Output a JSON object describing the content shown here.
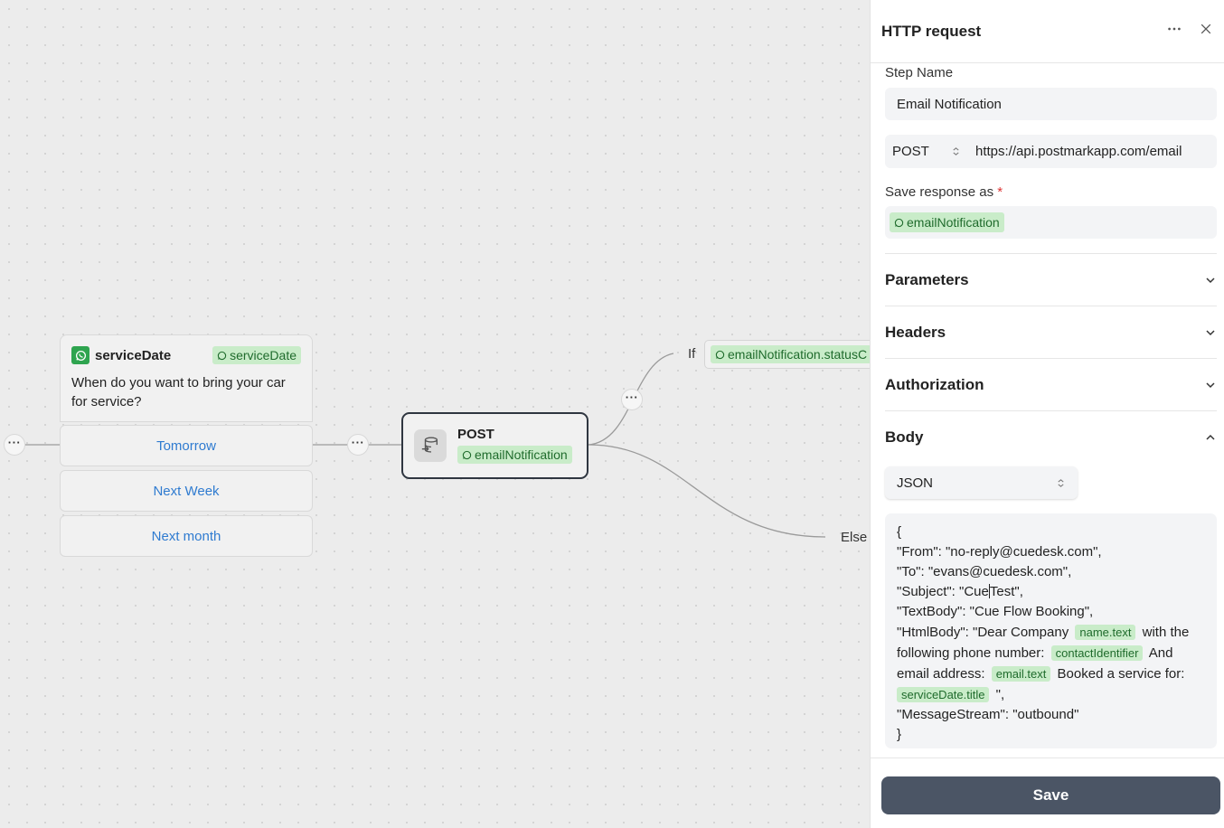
{
  "canvas": {
    "question_node": {
      "title": "serviceDate",
      "variable": "serviceDate",
      "question": "When do you want to bring your car for service?",
      "options": [
        "Tomorrow",
        "Next Week",
        "Next month"
      ]
    },
    "connector_dots": "···",
    "post_node": {
      "method": "POST",
      "variable": "emailNotification"
    },
    "branches": {
      "if_label": "If",
      "if_condition": "emailNotification.statusC",
      "else_label": "Else"
    }
  },
  "panel": {
    "title": "HTTP request",
    "more_icon": "ellipsis-icon",
    "close_icon": "close-icon",
    "step_name": {
      "label": "Step Name",
      "value": "Email Notification"
    },
    "request": {
      "method": "POST",
      "url": "https://api.postmarkapp.com/email"
    },
    "save_response": {
      "label": "Save response as",
      "required_mark": "*",
      "variable": "emailNotification"
    },
    "sections": {
      "parameters": "Parameters",
      "headers": "Headers",
      "authorization": "Authorization",
      "body": "Body"
    },
    "body_format": "JSON",
    "body_lines": {
      "open": "{",
      "from": "\"From\": \"no-reply@cuedesk.com\",",
      "to": "\"To\": \"evans@cuedesk.com\",",
      "subject_a": "\"Subject\": \"Cue",
      "subject_b": "Test\",",
      "text_body": "\"TextBody\": \"Cue Flow Booking\",",
      "html_1": "\"HtmlBody\": \"Dear Company",
      "var_name": "name.text",
      "html_2": "with the following phone number:",
      "var_contact": "contactIdentifier",
      "html_3": "And email address:",
      "var_email": "email.text",
      "html_4": "Booked a service for:",
      "var_date": "serviceDate.title",
      "html_5": "\",",
      "message_stream": "\"MessageStream\": \"outbound\"",
      "close": "}"
    },
    "save_label": "Save"
  },
  "colors": {
    "variable_bg": "#c9ecc9",
    "variable_text": "#1f6b2c",
    "option_text": "#2f7bd0",
    "save_button": "#4b5565",
    "whatsapp": "#2ea44f"
  }
}
